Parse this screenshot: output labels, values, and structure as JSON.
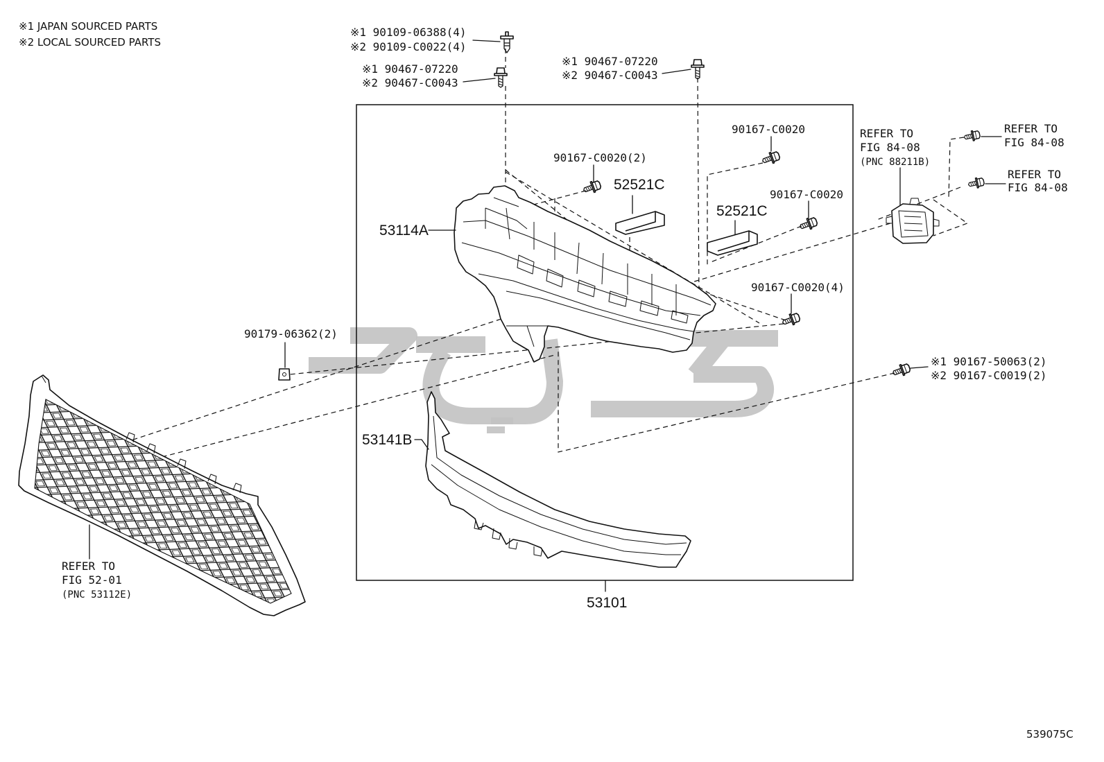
{
  "legend": {
    "japan": "※1 JAPAN SOURCED PARTS",
    "local": "※2 LOCAL SOURCED PARTS"
  },
  "callouts": {
    "clip": {
      "japan": "※1 90109-06388(4)",
      "local": "※2 90109-C0022(4)"
    },
    "bolt_left": {
      "japan": "※1 90467-07220",
      "local": "※2 90467-C0043"
    },
    "bolt_right": {
      "japan": "※1 90467-07220",
      "local": "※2 90467-C0043"
    },
    "screw_top": "90167-C0020",
    "screw_left": "90167-C0020(2)",
    "bracket_left": "52521C",
    "screw_mid": "90167-C0020",
    "bracket_right": "52521C",
    "support": "53114A",
    "screw_lower": "90167-C0020(4)",
    "nut": "90179-06362(2)",
    "screw_sensor": {
      "japan": "※1 90167-50063(2)",
      "local": "※2 90167-C0019(2)"
    },
    "molding": "53141B",
    "assembly": "53101"
  },
  "references": {
    "grille": [
      "REFER TO",
      "FIG 52-01",
      "(PNC 53112E)"
    ],
    "sensor": [
      "REFER TO",
      "FIG 84-08",
      "(PNC 88211B)"
    ],
    "sensor_bolt_upper": [
      "REFER TO",
      "FIG 84-08"
    ],
    "sensor_bolt_lower": [
      "REFER TO",
      "FIG 84-08"
    ]
  },
  "illustration_code": "539075C",
  "colors": {
    "line": "#111111",
    "watermark": "#c2c2c2",
    "background": "#ffffff"
  }
}
